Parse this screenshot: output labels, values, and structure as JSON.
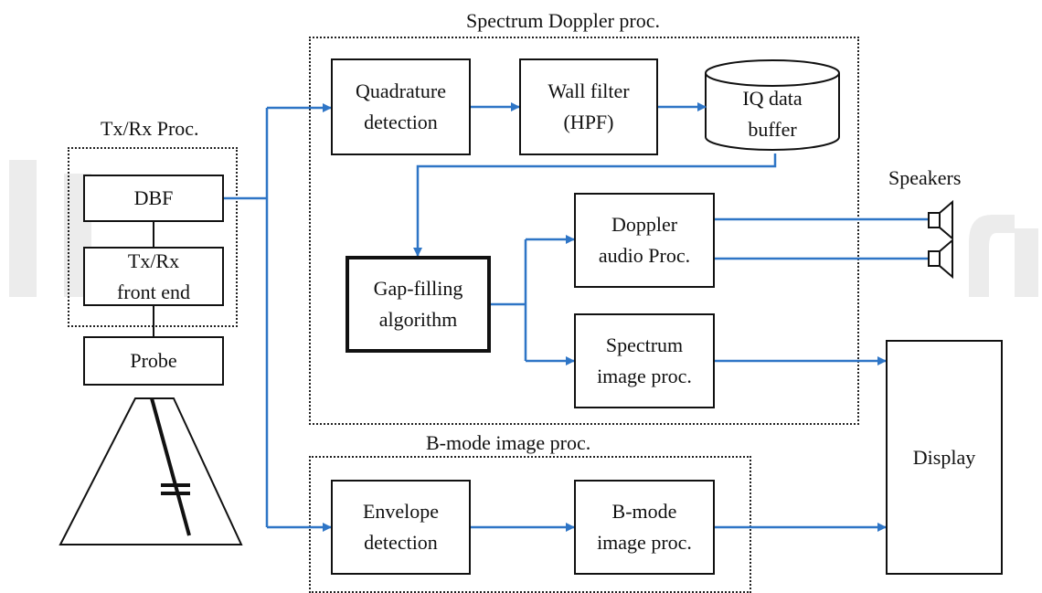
{
  "groups": {
    "spectrum_doppler": "Spectrum Doppler proc.",
    "txrx": "Tx/Rx Proc.",
    "bmode": "B-mode image proc."
  },
  "blocks": {
    "quadrature": "Quadrature\ndetection",
    "wall_filter": "Wall filter\n(HPF)",
    "iq_buffer": "IQ data\nbuffer",
    "dbf": "DBF",
    "front_end": "Tx/Rx\nfront end",
    "probe": "Probe",
    "gap_filling": "Gap-filling\nalgorithm",
    "doppler_audio": "Doppler\naudio Proc.",
    "spectrum_image": "Spectrum\nimage proc.",
    "envelope": "Envelope\ndetection",
    "bmode_image": "B-mode\nimage proc.",
    "display": "Display"
  },
  "labels": {
    "speakers": "Speakers"
  },
  "colors": {
    "arrow": "#2e75c6",
    "line": "#111111",
    "watermark": "#e6e6e6"
  }
}
